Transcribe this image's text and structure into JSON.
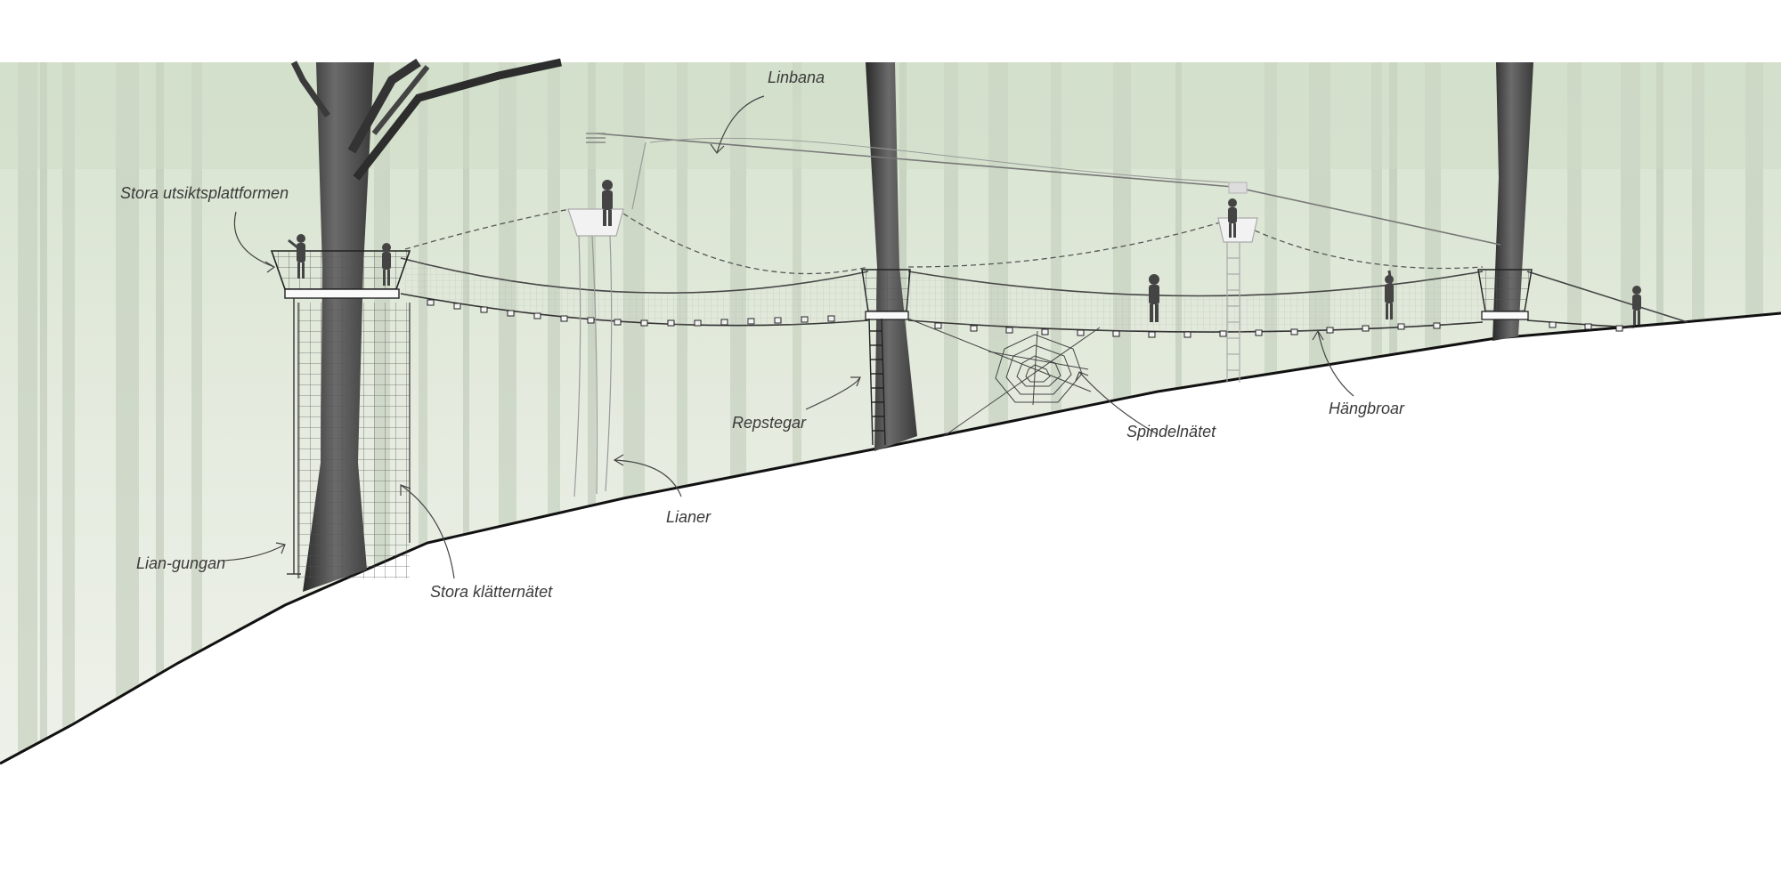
{
  "diagram": {
    "labels": {
      "linbana": "Linbana",
      "stora_utsiktsplattformen": "Stora utsiktsplattformen",
      "repstegar": "Repstegar",
      "spindelnatet": "Spindelnätet",
      "hangbroar": "Hängbroar",
      "lianer": "Lianer",
      "lian_gungan": "Lian-gungan",
      "stora_klatternatet": "Stora klätternätet"
    }
  }
}
